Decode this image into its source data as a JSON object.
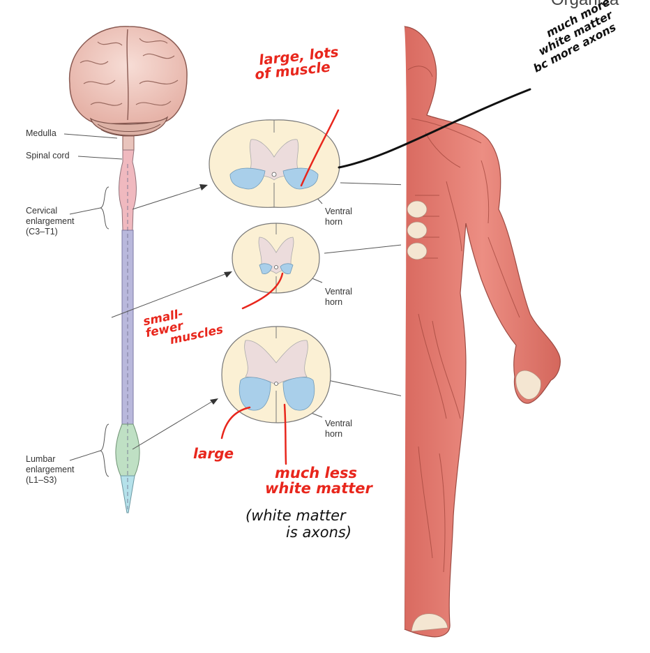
{
  "header": {
    "corner_title": "Organiza"
  },
  "labels": {
    "medulla": "Medulla",
    "spinal_cord": "Spinal cord",
    "cervical": [
      "Cervical",
      "enlargement",
      "(C3–T1)"
    ],
    "lumbar": [
      "Lumbar",
      "enlargement",
      "(L1–S3)"
    ],
    "ventral_horn_1": [
      "Ventral",
      "horn"
    ],
    "ventral_horn_2": [
      "Ventral",
      "horn"
    ],
    "ventral_horn_3": [
      "Ventral",
      "horn"
    ]
  },
  "annotations": {
    "large_muscle": [
      "large, lots",
      "of muscle"
    ],
    "white_matter_top": [
      "much more",
      "white matter",
      "bc more axons"
    ],
    "small_fewer": [
      "small-",
      "fewer",
      "muscles"
    ],
    "large": "large",
    "much_less": [
      "much less",
      "white matter"
    ],
    "white_matter_axons": [
      "(white matter",
      "is axons)"
    ]
  },
  "colors": {
    "brain": "#f2cfc6",
    "cervical_segment": "#f0b9bf",
    "thoracic_segment": "#b9b8dc",
    "lumbar_segment": "#bfe0c4",
    "sacral_segment": "#b5e1ea",
    "white_matter": "#fbf0d4",
    "gray_matter": "#ecdcdc",
    "ventral_horn": "#a9cfea",
    "muscle": "#e37d72",
    "annotation_red": "#e8261c"
  }
}
